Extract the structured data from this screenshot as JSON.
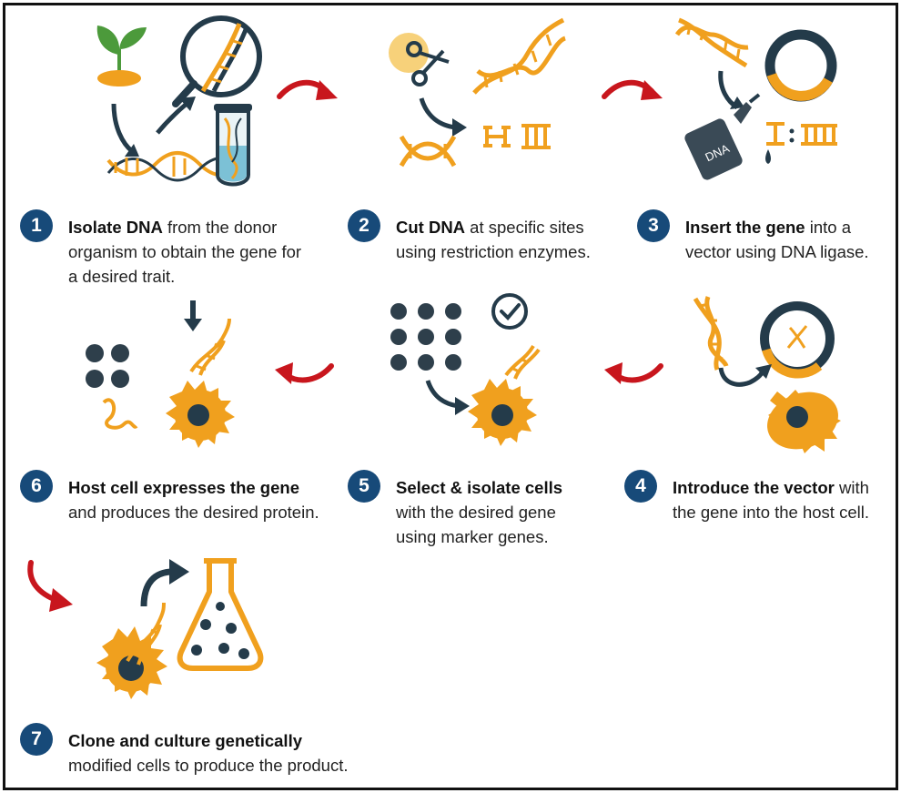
{
  "steps": [
    {
      "number": "1",
      "bold": "Isolate DNA",
      "rest": " from the donor organism to obtain the gene for a desired trait."
    },
    {
      "number": "2",
      "bold": "Cut DNA",
      "rest": " at specific sites using restriction enzymes."
    },
    {
      "number": "3",
      "bold": "Insert the gene",
      "rest": " into a vector using DNA ligase."
    },
    {
      "number": "4",
      "bold": "Introduce the vector",
      "rest": " with the gene into the host cell."
    },
    {
      "number": "5",
      "bold": "Select & isolate cells",
      "rest": " with the desired gene using marker genes."
    },
    {
      "number": "6",
      "bold": "Host cell expresses the gene",
      "rest": " and produces the desired protein."
    },
    {
      "number": "7",
      "bold": "Clone and culture genetically",
      "rest": " modified cells to produce the product."
    }
  ],
  "icons": {
    "bottle_label": "DNA"
  },
  "colors": {
    "accent_orange": "#f0a01e",
    "dark_navy": "#243b4a",
    "step_badge": "#174a79",
    "flow_arrow_red": "#c8161d",
    "plant_green": "#4c9a3b",
    "tube_liquid": "#7cc1d6"
  }
}
